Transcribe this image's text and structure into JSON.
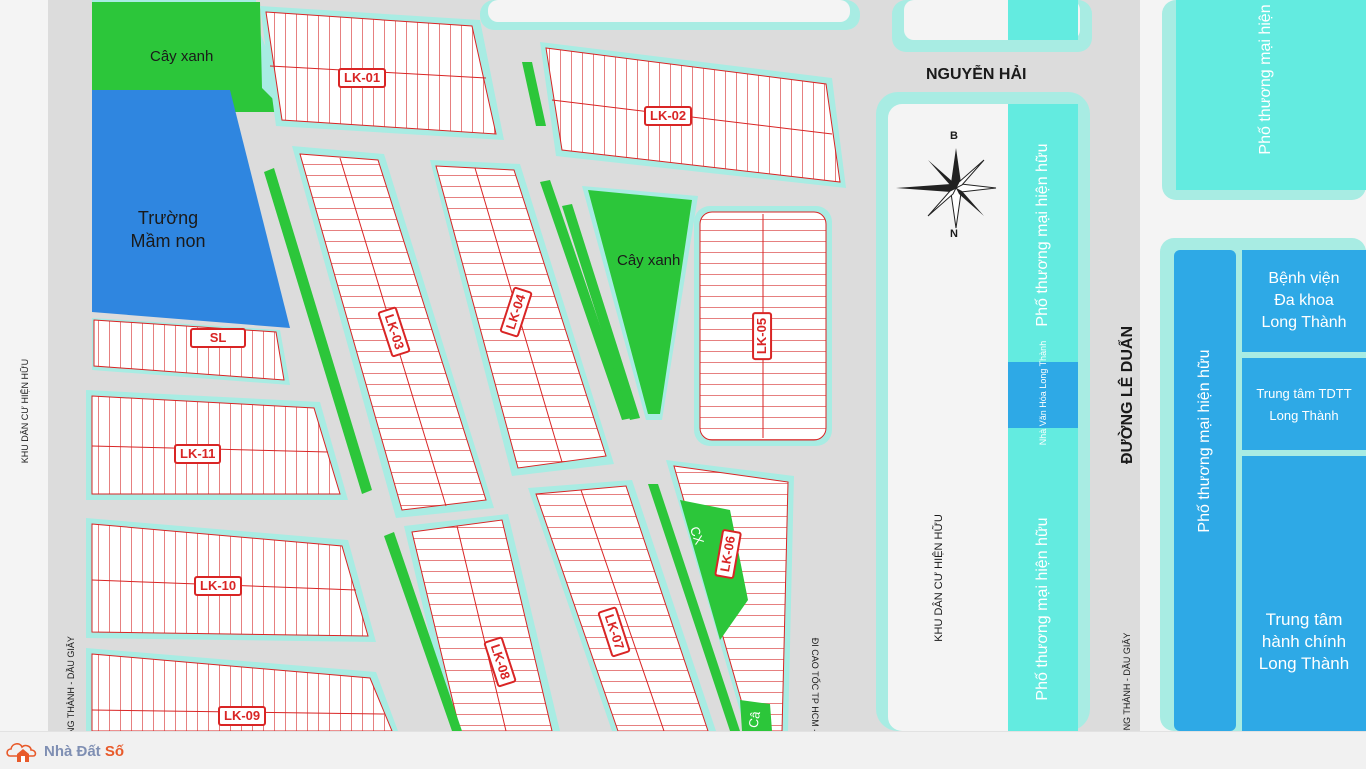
{
  "map": {
    "streets": {
      "nguyen_hai": "NGUYỄN HẢI",
      "le_duan": "ĐƯỜNG LÊ DUẨN",
      "long_thanh_left": "NG THÀNH - DẦU GIÂY",
      "long_thanh_right": "ONG THÀNH - DẦU GIÂY",
      "highway": "ĐI CAO TỐC TP HCM -"
    },
    "areas": {
      "cay_xanh_top": "Cây xanh",
      "cay_xanh_center": "Cây xanh",
      "truong_line1": "Trường",
      "truong_line2": "Mầm non",
      "sl": "SL",
      "khu_dan_cu_left": "KHU DÂN CƯ HIỆN HỮU",
      "khu_dan_cu_right": "KHU DÂN CƯ HIỆN HỮU",
      "pho_tm_1": "Phố thương mại hiện hữu",
      "pho_tm_2": "Phố thương mại hiện hữu",
      "pho_tm_3": "Phố thương mại hiện hữu",
      "pho_tm_4": "Phố thương mại hiện hữu",
      "nha_van_hoa": "Nhà Văn Hóa Long Thành",
      "benh_vien": [
        "Bệnh viện",
        "Đa khoa",
        "Long Thành"
      ],
      "tdtt": [
        "Trung tâm TDTT",
        "Long Thành"
      ],
      "hanh_chinh": [
        "Trung tâm",
        "hành chính",
        "Long Thành"
      ],
      "cx": "CX",
      "cay_partial": "Câ"
    },
    "compass": {
      "north": "B",
      "south": "N"
    },
    "blocks": [
      "LK-01",
      "LK-02",
      "LK-03",
      "LK-04",
      "LK-05",
      "LK-06",
      "LK-07",
      "LK-08",
      "LK-09",
      "LK-10",
      "LK-11"
    ],
    "colors": {
      "road": "#dcdcdc",
      "sidewalk": "#a8ece3",
      "green": "#2cc63a",
      "school": "#2f86e0",
      "commercial": "#63ebe0",
      "public": "#2ea9e6",
      "lot_line": "#d92525",
      "lot_fill": "#ffffff"
    }
  },
  "footer": {
    "brand_a": "Nhà Đất ",
    "brand_b": "Số"
  }
}
